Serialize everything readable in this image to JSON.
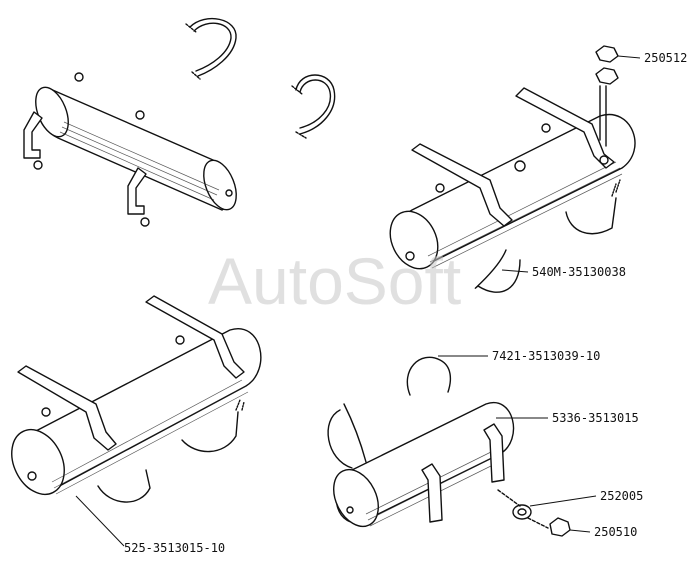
{
  "watermark": "AutoSoft",
  "callouts": {
    "nut_top": "250512",
    "clamp_mid": "540M-35130038",
    "tube_lower": "7421-3513039-10",
    "receiver_lower": "5336-3513015",
    "washer": "252005",
    "nut_lower": "250510",
    "receiver_left": "525-3513015-10"
  }
}
